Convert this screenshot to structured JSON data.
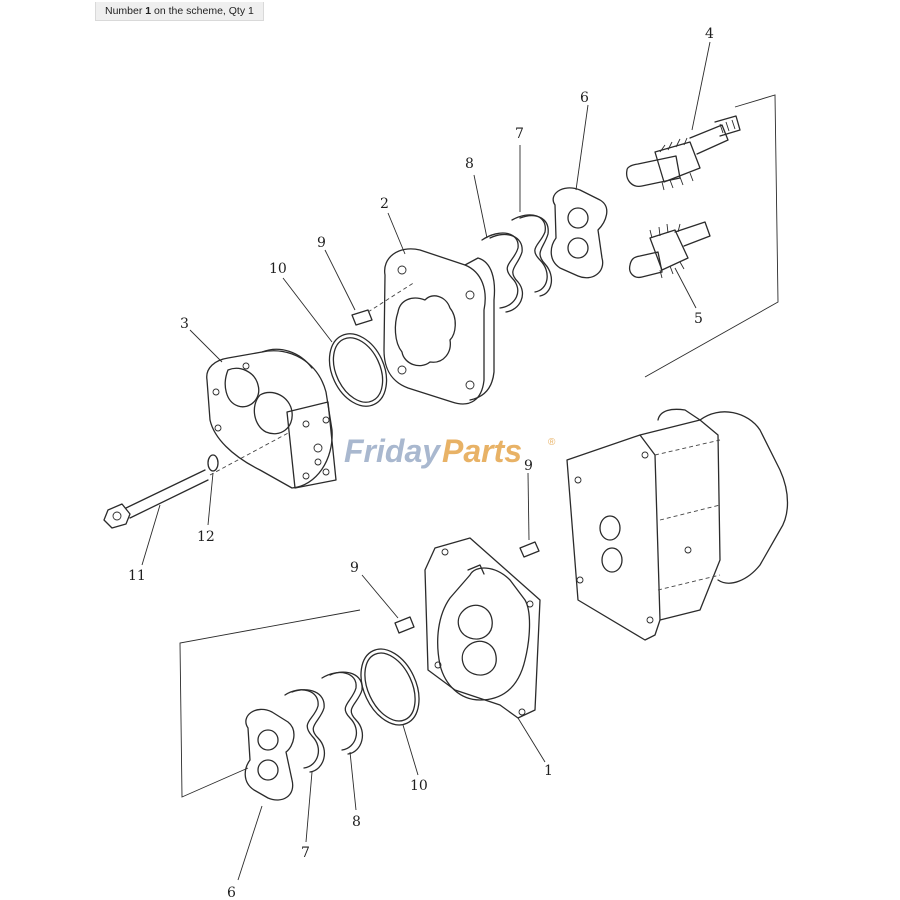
{
  "caption": {
    "prefix": "Number ",
    "number": "1",
    "suffix": " on the scheme, Qty 1"
  },
  "watermark": {
    "text_a": "Friday",
    "text_b": "Parts",
    "mark": "®",
    "color_a": "#a9b8cf",
    "color_b": "#e8b266"
  },
  "callouts": {
    "c1": "1",
    "c2": "2",
    "c3": "3",
    "c4": "4",
    "c5": "5",
    "c6_top": "6",
    "c6_bottom": "6",
    "c7_top": "7",
    "c7_bottom": "7",
    "c8_top": "8",
    "c8_bottom": "8",
    "c9_top": "9",
    "c9_right": "9",
    "c9_bottom": "9",
    "c10_top": "10",
    "c10_bottom": "10",
    "c11": "11",
    "c12": "12"
  }
}
